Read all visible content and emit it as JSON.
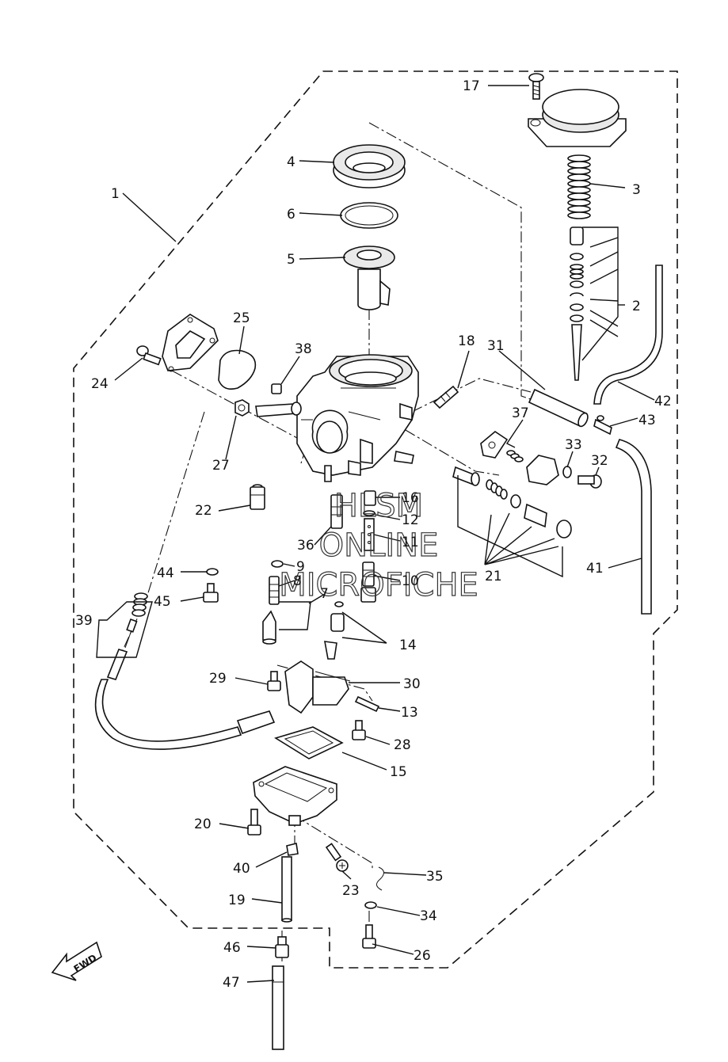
{
  "watermark": {
    "line1": "HLSM",
    "line2": "ONLINE",
    "line3": "MICROFICHE"
  },
  "fwd_label": "FWD",
  "callouts": {
    "c1": "1",
    "c2": "2",
    "c3": "3",
    "c4": "4",
    "c5": "5",
    "c6": "6",
    "c7": "7",
    "c8": "8",
    "c9": "9",
    "c10": "10",
    "c11": "11",
    "c12": "12",
    "c13": "13",
    "c14": "14",
    "c15": "15",
    "c16": "16",
    "c17": "17",
    "c18": "18",
    "c19": "19",
    "c20": "20",
    "c21": "21",
    "c22": "22",
    "c23": "23",
    "c24": "24",
    "c25": "25",
    "c26": "26",
    "c27": "27",
    "c28": "28",
    "c29": "29",
    "c30": "30",
    "c31": "31",
    "c32": "32",
    "c33": "33",
    "c34": "34",
    "c35": "35",
    "c36": "36",
    "c37": "37",
    "c38": "38",
    "c39": "39",
    "c40": "40",
    "c41": "41",
    "c42": "42",
    "c43": "43",
    "c44": "44",
    "c45": "45",
    "c46": "46",
    "c47": "47"
  }
}
